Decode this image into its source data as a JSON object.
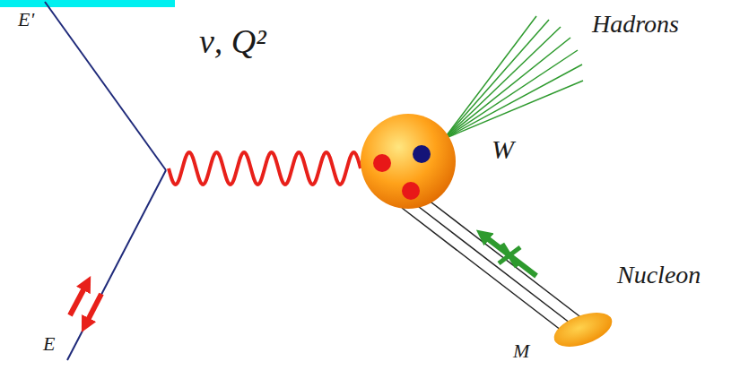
{
  "diagram": {
    "labels": [
      "E'",
      "ν, Q²",
      "Hadrons",
      "W",
      "Nucleon",
      "M",
      "E"
    ]
  }
}
